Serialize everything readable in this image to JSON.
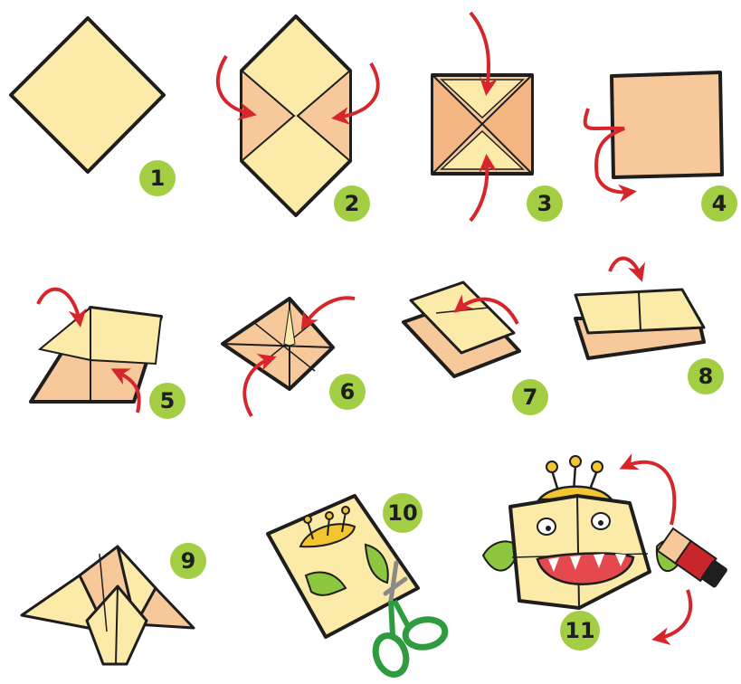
{
  "steps": [
    {
      "number": "1"
    },
    {
      "number": "2"
    },
    {
      "number": "3"
    },
    {
      "number": "4"
    },
    {
      "number": "5"
    },
    {
      "number": "6"
    },
    {
      "number": "7"
    },
    {
      "number": "8"
    },
    {
      "number": "9"
    },
    {
      "number": "10"
    },
    {
      "number": "11"
    }
  ],
  "colors": {
    "paper_light": "#FBEAA8",
    "paper_peach": "#F7C99A",
    "outline": "#1e1e1e",
    "arrow": "#D6262B",
    "badge": "#A3CE44",
    "monster_yellow": "#F2C531",
    "monster_mouth": "#E5484D",
    "monster_green": "#8DC63F",
    "scissors_green": "#2E9B3E",
    "glue_red": "#C9262C"
  },
  "icons": [
    "fold-arrow-icon",
    "scissors-icon",
    "glue-stick-icon",
    "monster-face-icon"
  ]
}
